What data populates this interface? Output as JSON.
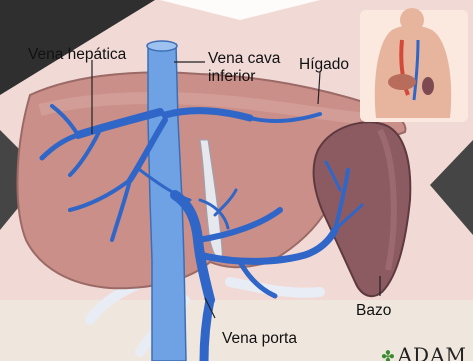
{
  "diagram": {
    "labels": {
      "vena_hepatica": "Vena hepática",
      "vena_cava_line1": "Vena cava",
      "vena_cava_line2": "inferior",
      "higado": "Hígado",
      "bazo": "Bazo",
      "vena_porta": "Vena porta"
    },
    "watermark": "ADAM",
    "colors": {
      "liver": "#c98f88",
      "liver_dark": "#9c6a66",
      "spleen": "#8c5b62",
      "veins": "#2f66c7",
      "cava": "#6ea2e4",
      "background": "#f2dcd8",
      "frame_dark": "#3f3f3f"
    }
  }
}
